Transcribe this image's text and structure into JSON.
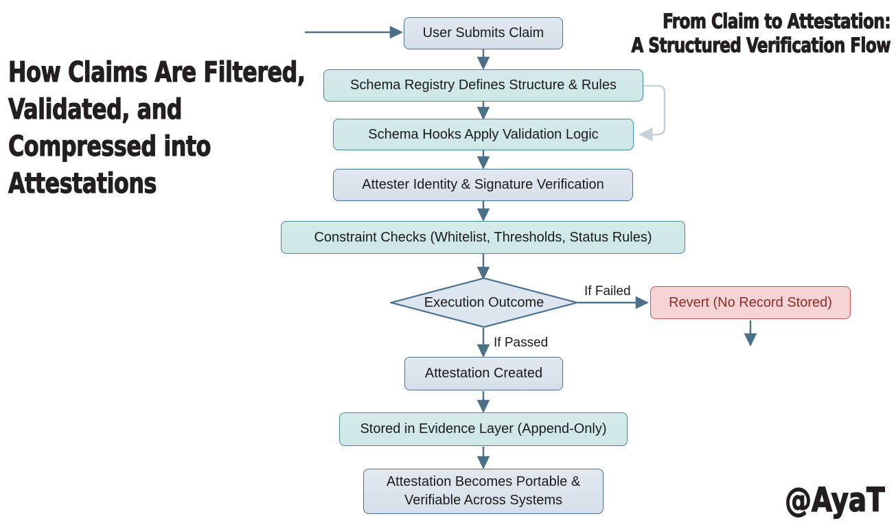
{
  "headlines": {
    "left": "How Claims Are Filtered,\nValidated, and\nCompressed into\nAttestations",
    "right": "From Claim to Attestation:\nA Structured Verification Flow",
    "signature": "@AyaT"
  },
  "colors": {
    "background": "#ffffff",
    "headline_text": "#231f20",
    "teal_fill": "#d2e8e9",
    "teal_border": "#3f8c96",
    "slate_fill": "#dde5ee",
    "slate_border": "#4a7291",
    "danger_fill": "#f6d4d4",
    "danger_border": "#c75454",
    "danger_text": "#8e2b2b",
    "arrow": "#4a6f87",
    "loop_arrow": "#c6d2d8"
  },
  "flow": {
    "nodes": [
      {
        "id": "submit",
        "label": "User Submits Claim",
        "shape": "rounded-rect",
        "style": "slate"
      },
      {
        "id": "registry",
        "label": "Schema Registry Defines Structure & Rules",
        "shape": "rounded-rect",
        "style": "teal"
      },
      {
        "id": "hooks",
        "label": "Schema Hooks Apply Validation Logic",
        "shape": "rounded-rect",
        "style": "teal"
      },
      {
        "id": "attester",
        "label": "Attester Identity & Signature Verification",
        "shape": "rounded-rect",
        "style": "slate"
      },
      {
        "id": "constraint",
        "label": "Constraint Checks (Whitelist, Thresholds, Status Rules)",
        "shape": "rounded-rect",
        "style": "teal"
      },
      {
        "id": "decision",
        "label": "Execution Outcome",
        "shape": "diamond",
        "style": "slate"
      },
      {
        "id": "revert",
        "label": "Revert (No Record Stored)",
        "shape": "rounded-rect",
        "style": "danger"
      },
      {
        "id": "created",
        "label": "Attestation Created",
        "shape": "rounded-rect",
        "style": "slate"
      },
      {
        "id": "stored",
        "label": "Stored in Evidence Layer (Append-Only)",
        "shape": "rounded-rect",
        "style": "teal"
      },
      {
        "id": "portable",
        "label": "Attestation Becomes Portable &\nVerifiable Across Systems",
        "shape": "rounded-rect",
        "style": "slate"
      }
    ],
    "edge_labels": {
      "failed": "If Failed",
      "passed": "If Passed"
    }
  }
}
